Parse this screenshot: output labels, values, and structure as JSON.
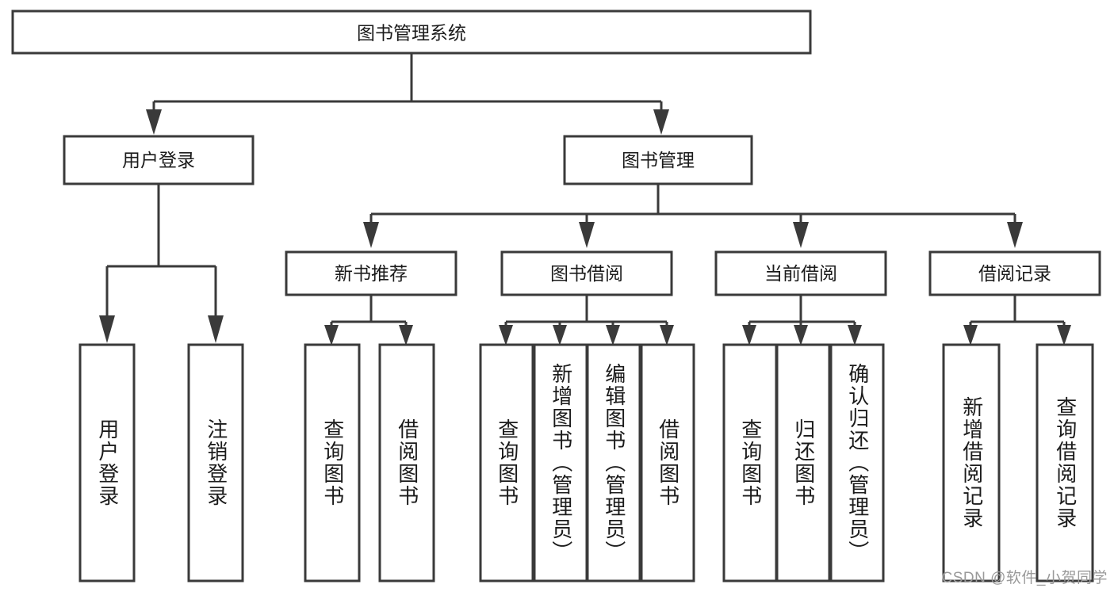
{
  "diagram": {
    "title": "图书管理系统",
    "type": "tree-hierarchy",
    "root": {
      "label": "图书管理系统"
    },
    "level2": [
      {
        "label": "用户登录"
      },
      {
        "label": "图书管理"
      }
    ],
    "level3": [
      {
        "label": "新书推荐"
      },
      {
        "label": "图书借阅"
      },
      {
        "label": "当前借阅"
      },
      {
        "label": "借阅记录"
      }
    ],
    "leaves": {
      "user_login": [
        {
          "label": "用户登录"
        },
        {
          "label": "注销登录"
        }
      ],
      "new_book_recommend": [
        {
          "label": "查询图书"
        },
        {
          "label": "借阅图书"
        }
      ],
      "book_borrow": [
        {
          "label": "查询图书"
        },
        {
          "label": "新增图书（管理员）"
        },
        {
          "label": "编辑图书（管理员）"
        },
        {
          "label": "借阅图书"
        }
      ],
      "current_borrow": [
        {
          "label": "查询图书"
        },
        {
          "label": "归还图书"
        },
        {
          "label": "确认归还（管理员）"
        }
      ],
      "borrow_record": [
        {
          "label": "新增借阅记录"
        },
        {
          "label": "查询借阅记录"
        }
      ]
    }
  },
  "watermark": {
    "text": "CSDN @软件_小贺同学"
  },
  "colors": {
    "stroke": "#3a3a3a",
    "fill": "#ffffff",
    "text": "#1b1b1b",
    "watermark": "#9a9a9a"
  }
}
